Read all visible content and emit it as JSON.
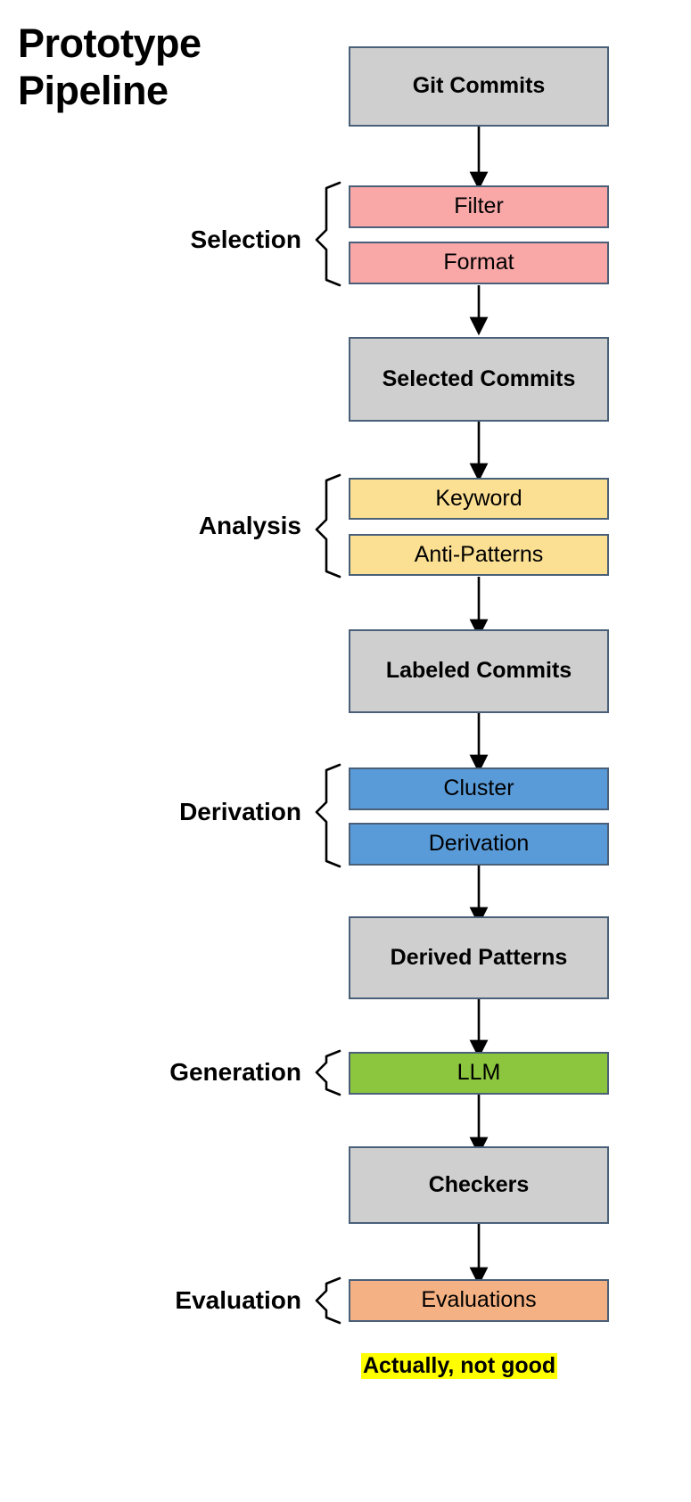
{
  "title": "Prototype\nPipeline",
  "stages": [
    {
      "label": "Selection",
      "color": "#f9a7a7"
    },
    {
      "label": "Analysis",
      "color": "#fbdf92"
    },
    {
      "label": "Derivation",
      "color": "#599bd8"
    },
    {
      "label": "Generation",
      "color": "#8cc63e"
    },
    {
      "label": "Evaluation",
      "color": "#f4b183"
    }
  ],
  "nodes": [
    {
      "id": "git-commits",
      "label": "Git Commits",
      "kind": "artifact",
      "color": "#cfcfcf"
    },
    {
      "id": "filter",
      "label": "Filter",
      "kind": "step",
      "color": "#f9a7a7"
    },
    {
      "id": "format",
      "label": "Format",
      "kind": "step",
      "color": "#f9a7a7"
    },
    {
      "id": "selected-commits",
      "label": "Selected Commits",
      "kind": "artifact",
      "color": "#cfcfcf"
    },
    {
      "id": "keyword",
      "label": "Keyword",
      "kind": "step",
      "color": "#fbdf92"
    },
    {
      "id": "anti-patterns",
      "label": "Anti-Patterns",
      "kind": "step",
      "color": "#fbdf92"
    },
    {
      "id": "labeled-commits",
      "label": "Labeled Commits",
      "kind": "artifact",
      "color": "#cfcfcf"
    },
    {
      "id": "cluster",
      "label": "Cluster",
      "kind": "step",
      "color": "#599bd8"
    },
    {
      "id": "derivation",
      "label": "Derivation",
      "kind": "step",
      "color": "#599bd8"
    },
    {
      "id": "derived-patterns",
      "label": "Derived Patterns",
      "kind": "artifact",
      "color": "#cfcfcf"
    },
    {
      "id": "llm",
      "label": "LLM",
      "kind": "step",
      "color": "#8cc63e"
    },
    {
      "id": "checkers",
      "label": "Checkers",
      "kind": "artifact",
      "color": "#cfcfcf"
    },
    {
      "id": "evaluations",
      "label": "Evaluations",
      "kind": "step",
      "color": "#f4b183"
    }
  ],
  "footnote": "Actually, not good",
  "colors": {
    "artifact_fill": "#cfcfcf",
    "border": "#4a6079",
    "selection_fill": "#f9a7a7",
    "analysis_fill": "#fbdf92",
    "derivation_fill": "#599bd8",
    "generation_fill": "#8cc63e",
    "evaluation_fill": "#f4b183",
    "highlight": "#ffff00",
    "background": "#ffffff"
  }
}
